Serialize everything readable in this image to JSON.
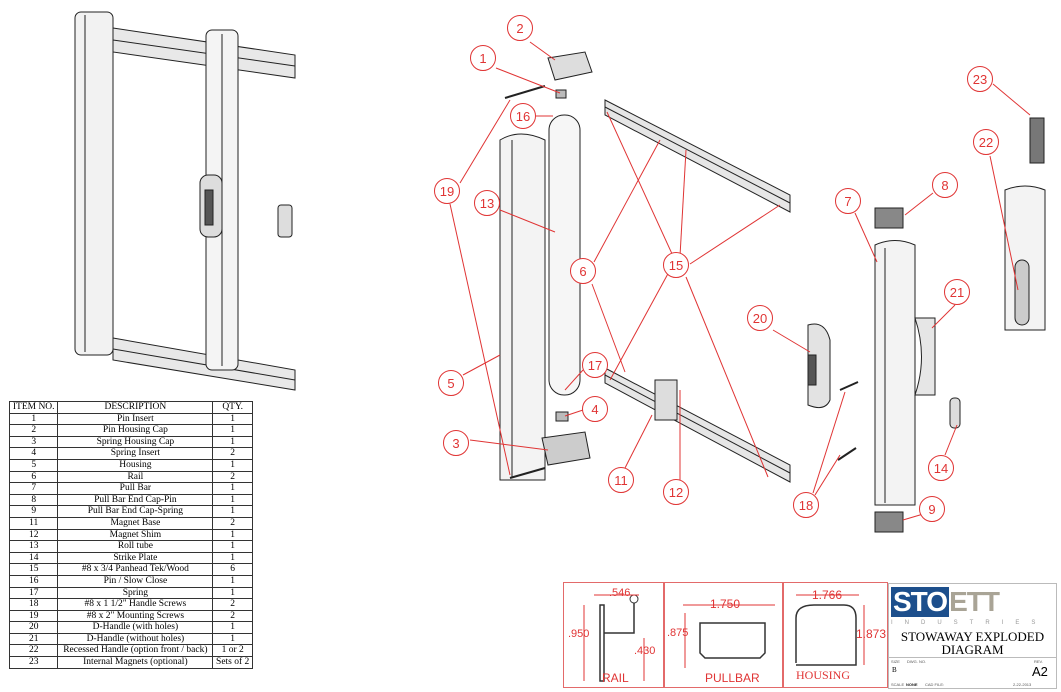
{
  "bom": {
    "headers": [
      "ITEM NO.",
      "DESCRIPTION",
      "QTY."
    ],
    "rows": [
      [
        "1",
        "Pin Insert",
        "1"
      ],
      [
        "2",
        "Pin Housing Cap",
        "1"
      ],
      [
        "3",
        "Spring Housing Cap",
        "1"
      ],
      [
        "4",
        "Spring Insert",
        "2"
      ],
      [
        "5",
        "Housing",
        "1"
      ],
      [
        "6",
        "Rail",
        "2"
      ],
      [
        "7",
        "Pull Bar",
        "1"
      ],
      [
        "8",
        "Pull Bar End Cap-Pin",
        "1"
      ],
      [
        "9",
        "Pull Bar End Cap-Spring",
        "1"
      ],
      [
        "11",
        "Magnet Base",
        "2"
      ],
      [
        "12",
        "Magnet Shim",
        "1"
      ],
      [
        "13",
        "Roll tube",
        "1"
      ],
      [
        "14",
        "Strike Plate",
        "1"
      ],
      [
        "15",
        "#8 x 3/4 Panhead Tek/Wood",
        "6"
      ],
      [
        "16",
        "Pin / Slow Close",
        "1"
      ],
      [
        "17",
        "Spring",
        "1"
      ],
      [
        "18",
        "#8 x 1 1/2\" Handle Screws",
        "2"
      ],
      [
        "19",
        "#8 x 2\" Mounting Screws",
        "2"
      ],
      [
        "20",
        "D-Handle (with holes)",
        "1"
      ],
      [
        "21",
        "D-Handle (without holes)",
        "1"
      ],
      [
        "22",
        "Recessed Handle (option front / back)",
        "1 or 2"
      ],
      [
        "23",
        "Internal Magnets (optional)",
        "Sets of 2"
      ]
    ]
  },
  "callouts": [
    "1",
    "2",
    "16",
    "19",
    "13",
    "5",
    "3",
    "4",
    "17",
    "6",
    "15",
    "11",
    "12",
    "20",
    "7",
    "8",
    "21",
    "22",
    "23",
    "14",
    "9",
    "18"
  ],
  "profiles": {
    "rail": {
      "label": "RAIL",
      "dims": [
        ".546",
        ".950",
        ".430"
      ]
    },
    "pullbar": {
      "label": "PULLBAR",
      "dims": [
        "1.750",
        ".875"
      ]
    },
    "housing": {
      "label": "HOUSING",
      "dims": [
        "1.766",
        "1.873"
      ]
    }
  },
  "title_block": {
    "logo_a": "STO",
    "logo_b": "ETT",
    "logo_sub": "INDUSTRIES",
    "title_line1": "STOWAWAY EXPLODED",
    "title_line2": "DIAGRAM",
    "size_label": "SIZE",
    "size": "B",
    "dwg_label": "DWG. NO.",
    "rev_label": "REV.",
    "rev": "A2",
    "scale_label": "SCALE",
    "scale": "NONE",
    "cad_label": "CAD FILE:",
    "date": "2-22-2013"
  },
  "colors": {
    "callout": "#e03434",
    "logo_blue": "#1d4f8c",
    "logo_gray": "#a9a496"
  }
}
